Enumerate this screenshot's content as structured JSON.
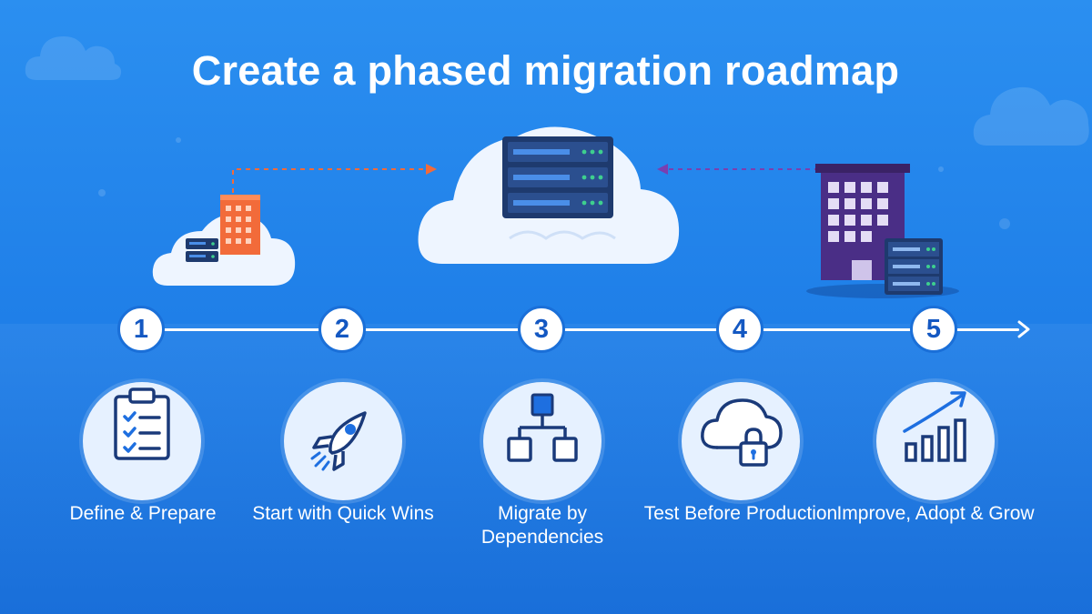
{
  "title": "Create a phased migration roadmap",
  "colors": {
    "background": "#1f7fe8",
    "accent_dark": "#1458c2",
    "icon_stroke": "#1a3a7a",
    "orange_arrow": "#f26b3a",
    "purple_arrow": "#7a3fb0"
  },
  "steps": [
    {
      "number": "1",
      "label": "Define & Prepare",
      "icon": "clipboard-checklist-icon"
    },
    {
      "number": "2",
      "label": "Start with Quick Wins",
      "icon": "rocket-icon"
    },
    {
      "number": "3",
      "label": "Migrate by Dependencies",
      "icon": "hierarchy-icon"
    },
    {
      "number": "4",
      "label": "Test Before Production",
      "icon": "cloud-lock-icon"
    },
    {
      "number": "5",
      "label": "Improve, Adopt & Grow",
      "icon": "growth-chart-icon"
    }
  ]
}
